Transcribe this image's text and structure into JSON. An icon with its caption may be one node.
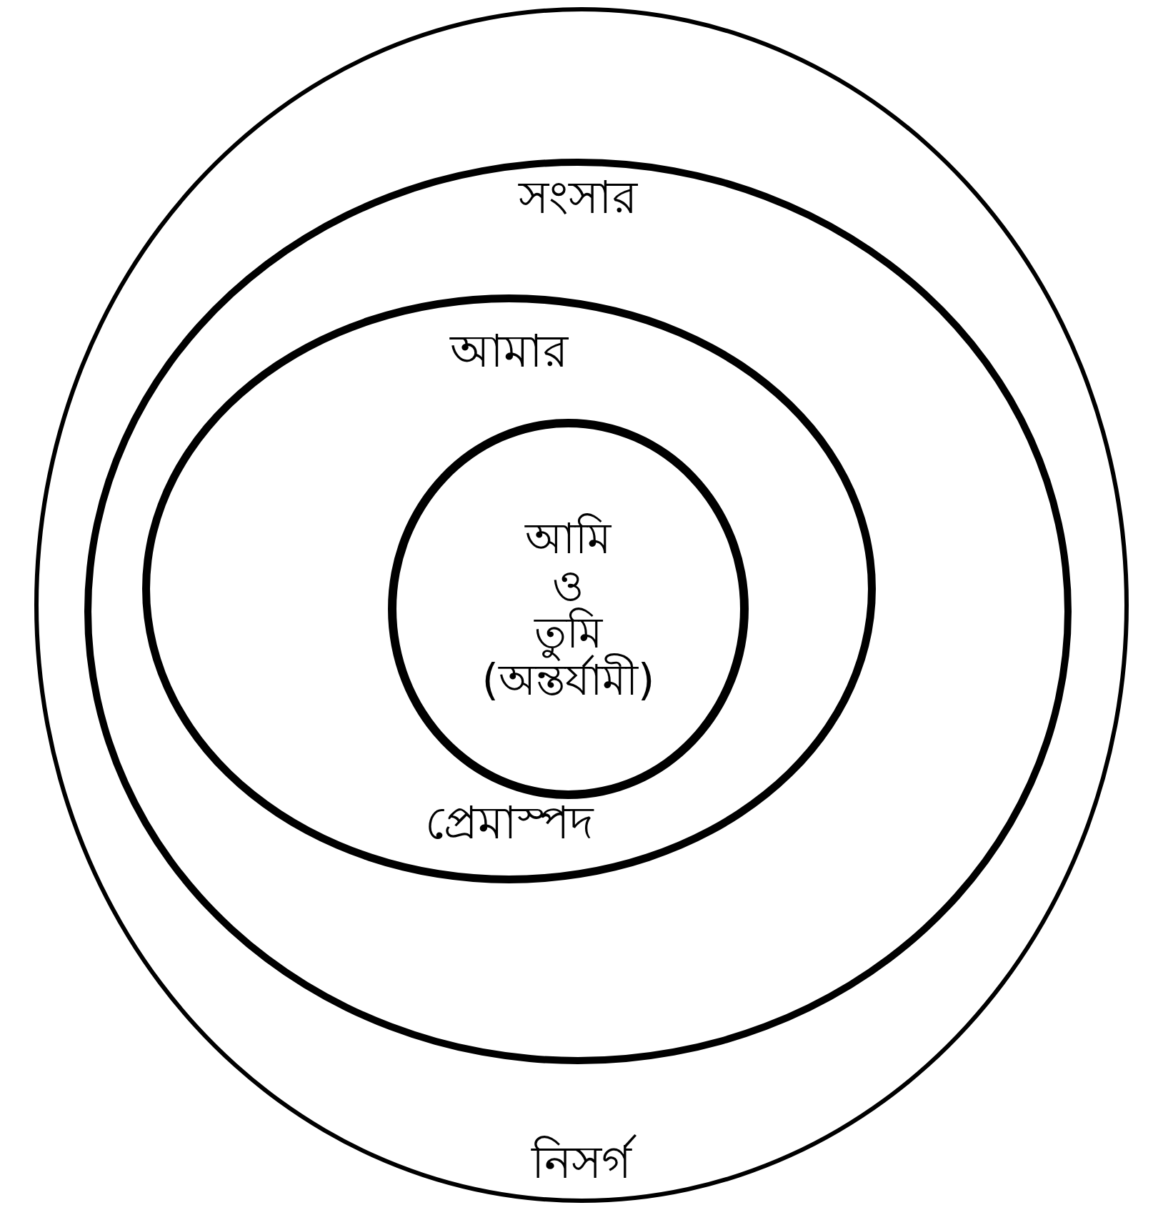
{
  "diagram": {
    "nodes": [
      {
        "text": [
          "নিসর্গ"
        ]
      },
      {
        "text": [
          "সংসার"
        ],
        "in": 0
      },
      {
        "text": [
          "আমার",
          "প্রেমাস্পদ"
        ],
        "in": 1
      },
      {
        "text": [
          "আমি ও তুমি (অন্তর্যামী)"
        ],
        "in": 2
      }
    ]
  }
}
